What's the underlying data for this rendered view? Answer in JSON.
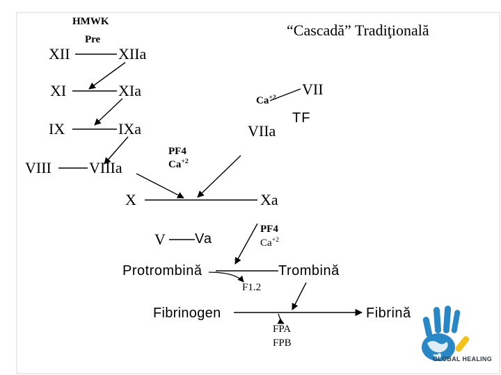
{
  "title": "“Cascadă” Tradiţională",
  "labels": {
    "hmwk": "HMWK",
    "pre": "Pre",
    "xii": "XII",
    "xiia": "XIIa",
    "xi": "XI",
    "xia": "XIa",
    "ix": "IX",
    "ixa": "IXa",
    "viii": "VIII",
    "viiia": "VIIIa",
    "pf4_1": "PF4",
    "ca_1": "Ca",
    "ca_1_sup": "+2",
    "ca_2": "Ca",
    "ca_2_sup": "+2",
    "vii": "VII",
    "tf": "TF",
    "viia": "VIIa",
    "x": "X",
    "xa": "Xa",
    "v": "V",
    "va": "Va",
    "pf4_2": "PF4",
    "ca_3": "Ca",
    "ca_3_sup": "+2",
    "protrombina": "Protrombină",
    "trombina": "Trombină",
    "f12": "F1.2",
    "fibrinogen": "Fibrinogen",
    "fibrina": "Fibrină",
    "fpa": "FPA",
    "fpb": "FPB"
  },
  "logo": {
    "text": "GLOBAL HEALING",
    "icon": "handprint-globe-icon",
    "colors": {
      "blue": "#2a87c5",
      "yellow": "#f2c21a",
      "dark": "#2b3a4a"
    }
  }
}
